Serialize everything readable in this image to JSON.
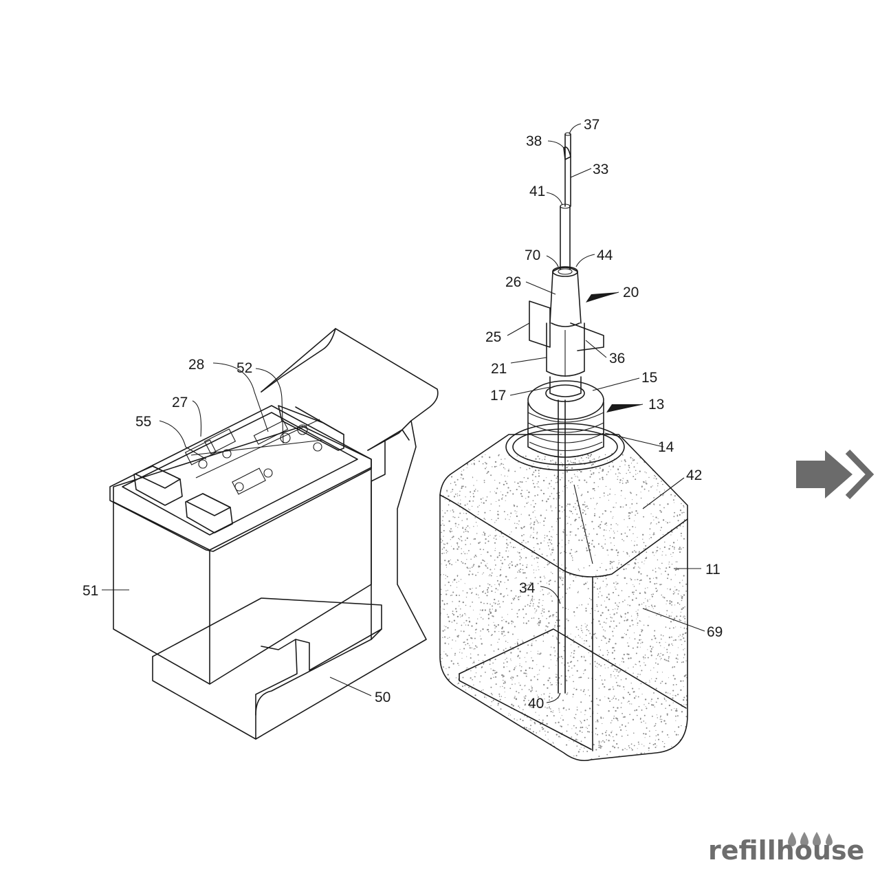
{
  "labels": {
    "l37": "37",
    "l38": "38",
    "l33": "33",
    "l41": "41",
    "l70": "70",
    "l44": "44",
    "l26": "26",
    "l20": "20",
    "l25": "25",
    "l36": "36",
    "l21": "21",
    "l15": "15",
    "l17": "17",
    "l13": "13",
    "l14": "14",
    "l42": "42",
    "l11": "11",
    "l34": "34",
    "l69": "69",
    "l40": "40",
    "l28": "28",
    "l52": "52",
    "l27": "27",
    "l55": "55",
    "l51": "51",
    "l50": "50"
  },
  "logo": {
    "text": "refillhouse"
  },
  "icons": {
    "next": "right-arrow-icon",
    "brand_drops": "ink-drops-icon"
  },
  "colors": {
    "line": "#1a1a1a",
    "arrow": "#6b6b6b",
    "logo": "#6d6d6d",
    "ink_dots": "#8a8a8a"
  }
}
